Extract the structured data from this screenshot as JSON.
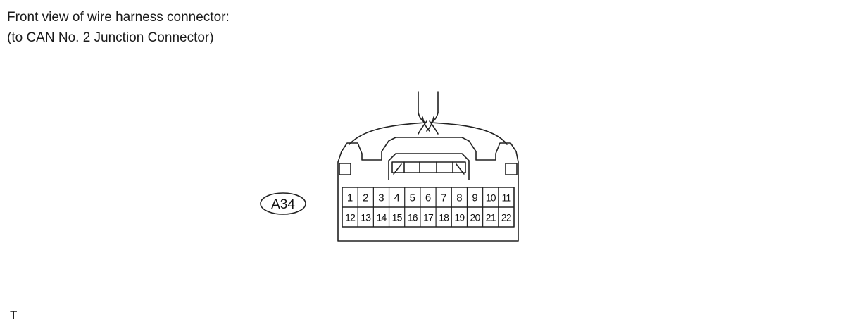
{
  "caption": {
    "line1": "Front view of wire harness connector:",
    "line2": "(to CAN No. 2 Junction Connector)"
  },
  "connector": {
    "id": "A34",
    "pins_row1": [
      "1",
      "2",
      "3",
      "4",
      "5",
      "6",
      "7",
      "8",
      "9",
      "10",
      "11"
    ],
    "pins_row2": [
      "12",
      "13",
      "14",
      "15",
      "16",
      "17",
      "18",
      "19",
      "20",
      "21",
      "22"
    ]
  },
  "figure_code": "T"
}
